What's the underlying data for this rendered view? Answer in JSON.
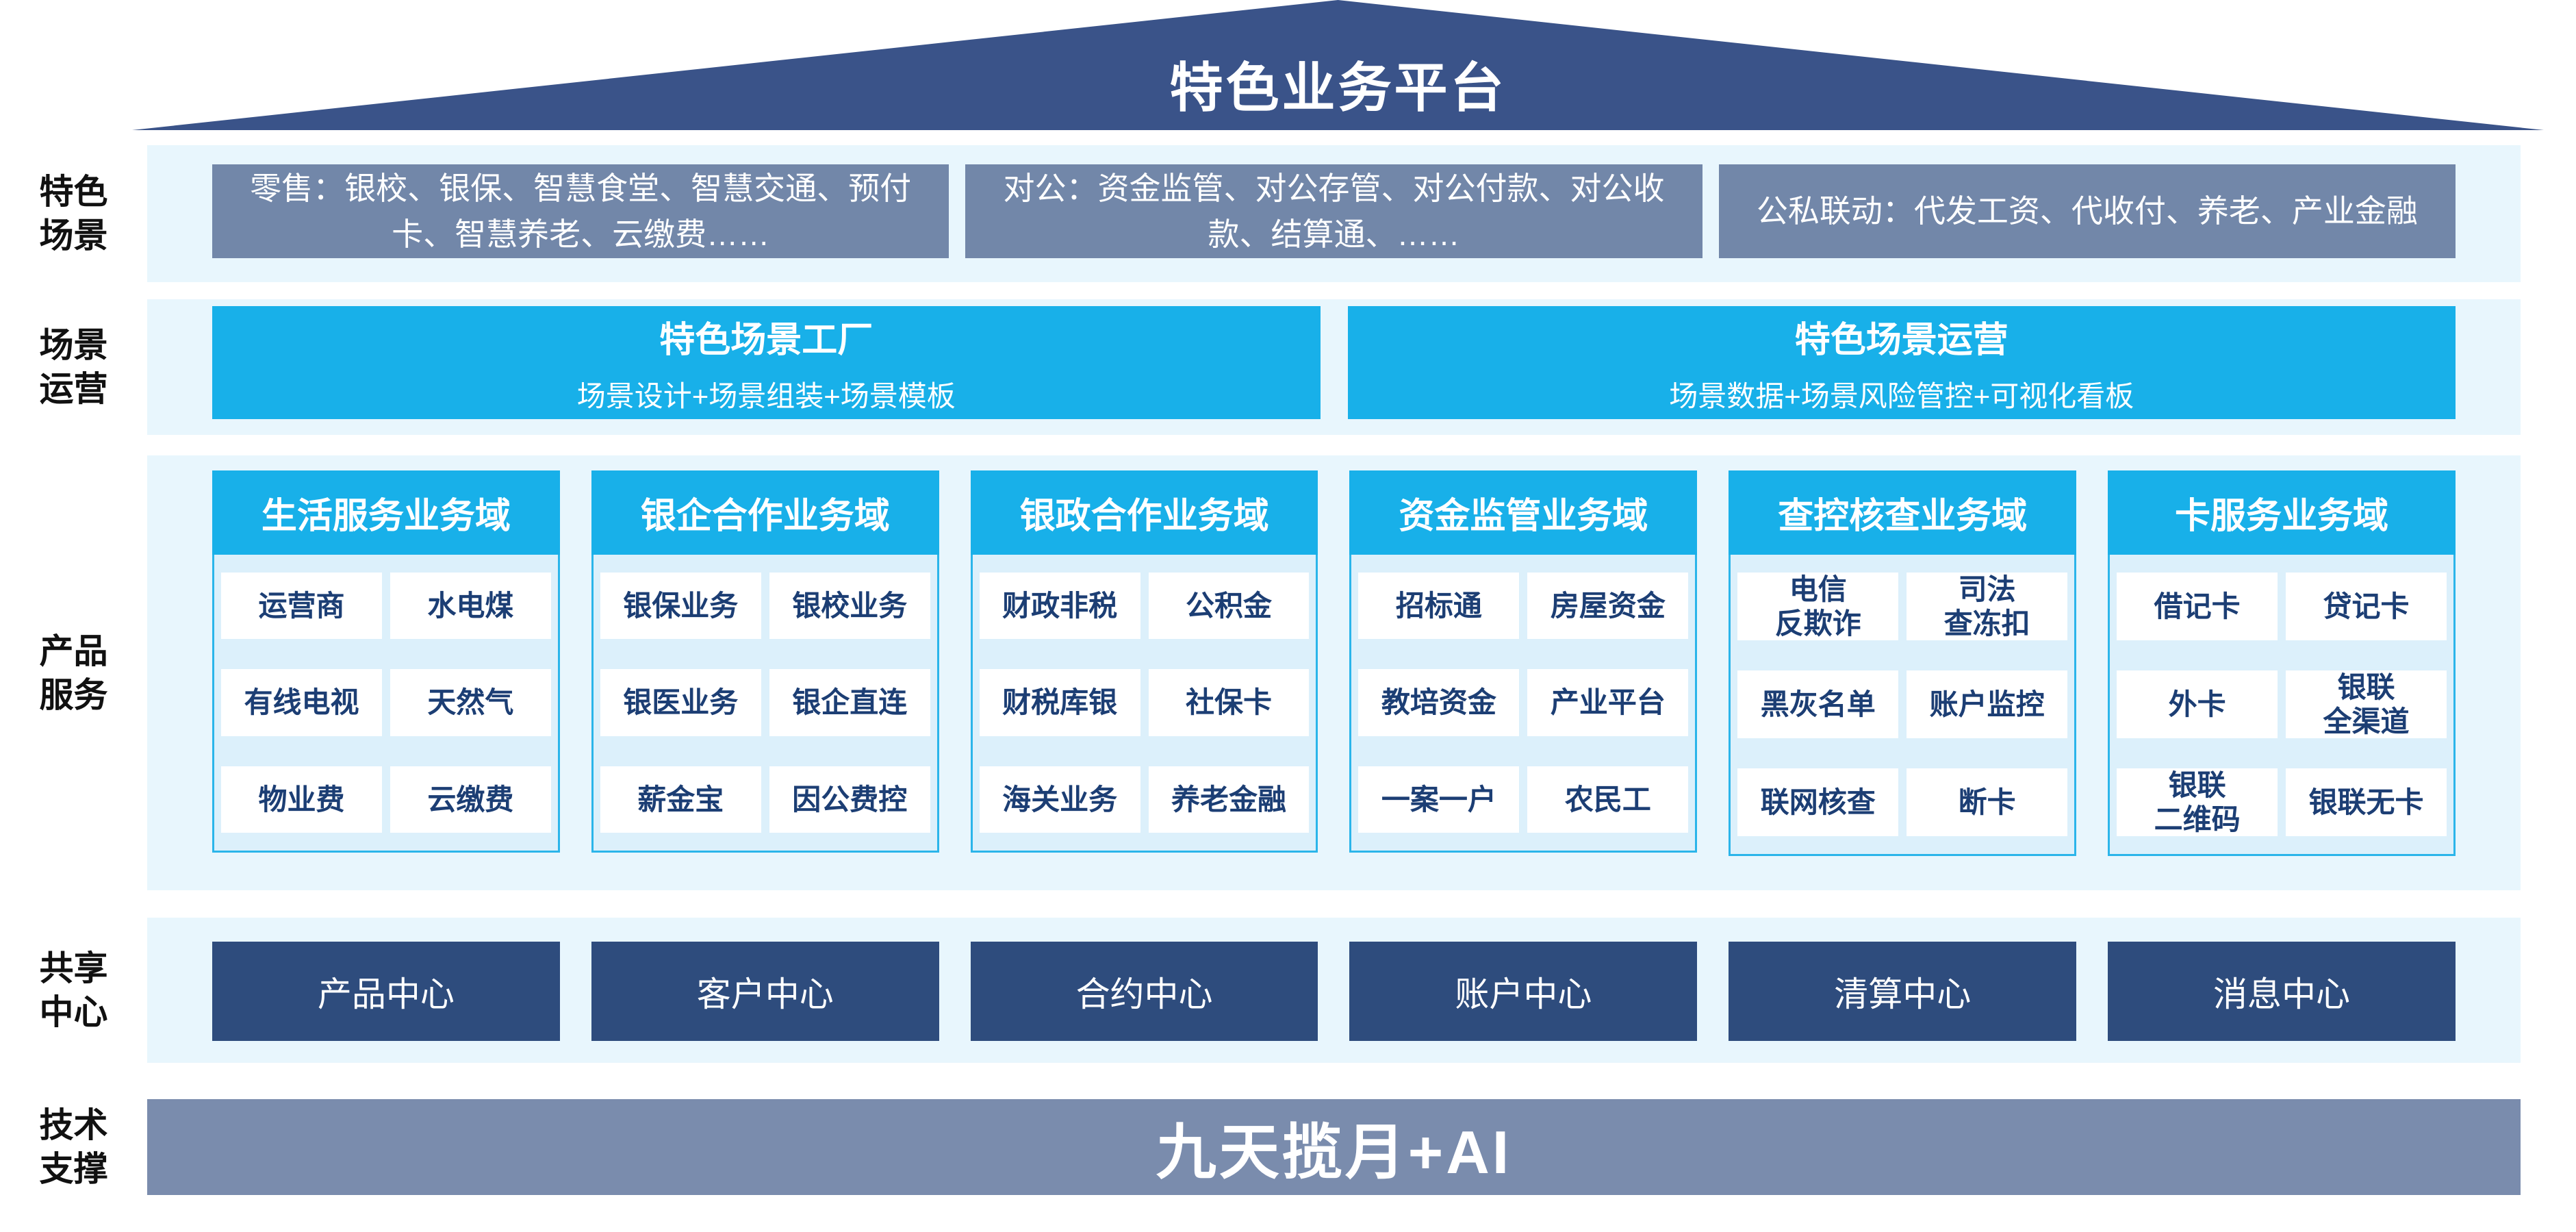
{
  "colors": {
    "roof_navy": "#3A5389",
    "scene_box_gray_blue": "#7287A9",
    "accent_cyan": "#18B0E9",
    "band_light_blue": "#E8F6FD",
    "panel_light_blue": "#DCF0FB",
    "item_text_navy": "#1C3E74",
    "center_box_navy": "#2E4C7D",
    "tech_bar_gray_blue": "#7A8CAD"
  },
  "roof": {
    "title": "特色业务平台"
  },
  "side_labels": [
    {
      "text": "特色\n场景"
    },
    {
      "text": "场景\n运营"
    },
    {
      "text": "产品\n服务"
    },
    {
      "text": "共享\n中心"
    },
    {
      "text": "技术\n支撑"
    }
  ],
  "scene_row": {
    "boxes": [
      {
        "text": "零售：银校、银保、智慧食堂、智慧交通、预付卡、智慧养老、云缴费……"
      },
      {
        "text": "对公：资金监管、对公存管、对公付款、对公收款、结算通、……"
      },
      {
        "text": "公私联动：代发工资、代收付、养老、产业金融"
      }
    ]
  },
  "operation_row": {
    "boxes": [
      {
        "title": "特色场景工厂",
        "subtitle": "场景设计+场景组装+场景模板"
      },
      {
        "title": "特色场景运营",
        "subtitle": "场景数据+场景风险管控+可视化看板"
      }
    ]
  },
  "product_row": {
    "columns": [
      {
        "header": "生活服务业务域",
        "items": [
          "运营商",
          "水电煤",
          "有线电视",
          "天然气",
          "物业费",
          "云缴费"
        ]
      },
      {
        "header": "银企合作业务域",
        "items": [
          "银保业务",
          "银校业务",
          "银医业务",
          "银企直连",
          "薪金宝",
          "因公费控"
        ]
      },
      {
        "header": "银政合作业务域",
        "items": [
          "财政非税",
          "公积金",
          "财税库银",
          "社保卡",
          "海关业务",
          "养老金融"
        ]
      },
      {
        "header": "资金监管业务域",
        "items": [
          "招标通",
          "房屋资金",
          "教培资金",
          "产业平台",
          "一案一户",
          "农民工"
        ]
      },
      {
        "header": "查控核查业务域",
        "items": [
          "电信\n反欺诈",
          "司法\n查冻扣",
          "黑灰名单",
          "账户监控",
          "联网核查",
          "断卡"
        ]
      },
      {
        "header": "卡服务业务域",
        "items": [
          "借记卡",
          "贷记卡",
          "外卡",
          "银联\n全渠道",
          "银联\n二维码",
          "银联无卡"
        ]
      }
    ]
  },
  "center_row": {
    "boxes": [
      "产品中心",
      "客户中心",
      "合约中心",
      "账户中心",
      "清算中心",
      "消息中心"
    ]
  },
  "tech_row": {
    "label": "九天揽月+AI"
  }
}
